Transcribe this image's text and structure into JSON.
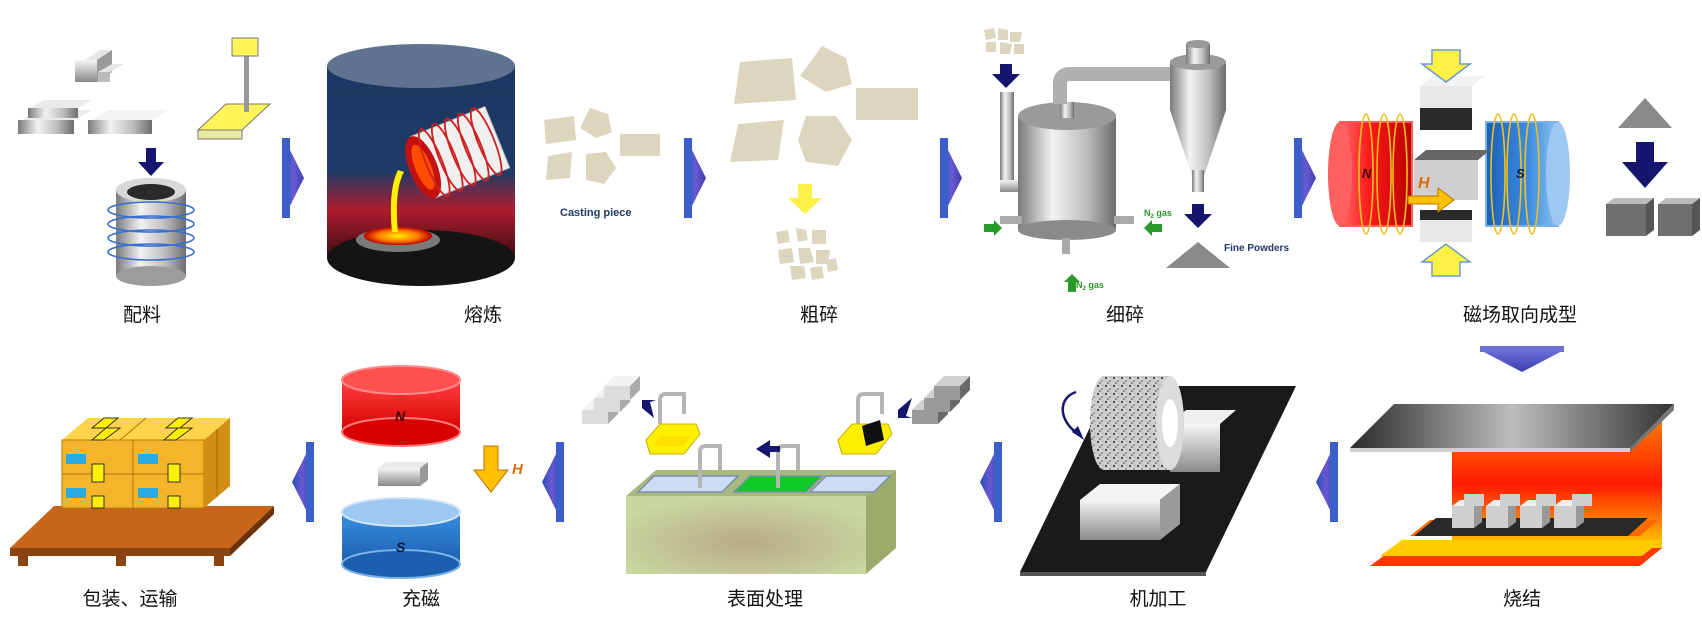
{
  "steps": [
    {
      "id": "batching",
      "label": "配料"
    },
    {
      "id": "smelting",
      "label": "熔炼"
    },
    {
      "id": "coarse-crushing",
      "label": "粗碎"
    },
    {
      "id": "fine-crushing",
      "label": "细碎"
    },
    {
      "id": "magnetic-pressing",
      "label": "磁场取向成型"
    },
    {
      "id": "sintering",
      "label": "烧结"
    },
    {
      "id": "machining",
      "label": "机加工"
    },
    {
      "id": "surface-treatment",
      "label": "表面处理"
    },
    {
      "id": "magnetizing",
      "label": "充磁"
    },
    {
      "id": "packaging",
      "label": "包装、运输"
    }
  ],
  "annotations": {
    "casting_piece": "Casting piece",
    "fine_powders": "Fine Powders",
    "n2_gas": "N",
    "n2_sub": "2",
    "gas": " gas",
    "pole_n": "N",
    "pole_s": "S",
    "field_h": "H"
  },
  "colors": {
    "arrow": "#4b4fc4",
    "dark_arrow": "#16166e",
    "green_arrow": "#2a9a2a",
    "red_magnet": "#e8141c",
    "blue_magnet": "#2a7fd4",
    "furnace_top": "#5f7391",
    "furnace_body": "#1f3a66",
    "yellow": "#fff000",
    "crumbs": "#ddd6be",
    "orange_box": "#f4b42c",
    "pallet": "#c8651b",
    "tank": "#c8d89f"
  }
}
